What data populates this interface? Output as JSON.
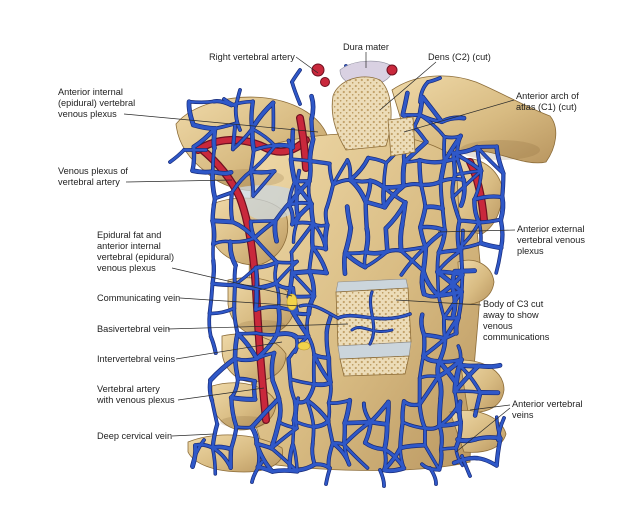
{
  "labels": {
    "right_vertebral_artery": "Right vertebral artery",
    "dura_mater": "Dura mater",
    "dens": "Dens (C2) (cut)",
    "anterior_arch_atlas": [
      "Anterior arch of",
      "atlas (C1) (cut)"
    ],
    "anterior_internal_plexus": [
      "Anterior internal",
      "(epidural) vertebral",
      "venous plexus"
    ],
    "venous_plexus_vertebral_artery": [
      "Venous plexus of",
      "vertebral artery"
    ],
    "epidural_fat": [
      "Epidural fat and",
      "anterior internal",
      "vertebral (epidural)",
      "venous plexus"
    ],
    "communicating_vein": "Communicating vein",
    "basivertebral_vein": "Basivertebral vein",
    "intervertebral_veins": "Intervertebral veins",
    "vertebral_artery_plexus": [
      "Vertebral artery",
      "with venous plexus"
    ],
    "deep_cervical_vein": "Deep cervical vein",
    "anterior_external_plexus": [
      "Anterior external",
      "vertebral venous",
      "plexus"
    ],
    "body_c3": [
      "Body of C3 cut",
      "away to show",
      "venous",
      "communications"
    ],
    "anterior_vertebral_veins": [
      "Anterior vertebral",
      "veins"
    ]
  },
  "colors": {
    "vein": "#2f58c8",
    "vein_outline": "#172a78",
    "artery": "#c9283c",
    "bone": "#dcc28a",
    "fat": "#f2d34a",
    "label_text": "#1e1e1e"
  }
}
